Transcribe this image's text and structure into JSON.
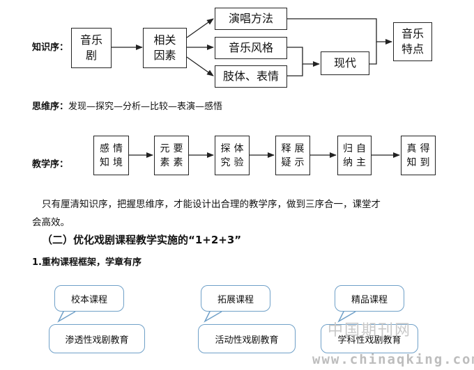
{
  "knowledge": {
    "label": "知识序：",
    "music_drama": [
      "音乐",
      "剧"
    ],
    "related_factors": [
      "相关",
      "因素"
    ],
    "singing": "演唱方法",
    "music_style": "音乐风格",
    "body_expression": "肢体、表情",
    "modern": "现代",
    "music_features": [
      "音乐",
      "特点"
    ]
  },
  "thinking": {
    "label": "思维序：",
    "text": "发现—探究—分析—比较—表演—感悟"
  },
  "teaching": {
    "label": "教学序：",
    "steps": [
      {
        "col1": "情境",
        "col2": "感知"
      },
      {
        "col1": "要素",
        "col2": "元素"
      },
      {
        "col1": "体验",
        "col2": "探究"
      },
      {
        "col1": "展示",
        "col2": "释疑"
      },
      {
        "col1": "自主",
        "col2": "归纳"
      },
      {
        "col1": "得到",
        "col2": "真知"
      }
    ]
  },
  "paragraph": {
    "line1": "只有厘清知识序，把握思维序，才能设计出合理的教学序，做到三序合一，课堂才",
    "line2": "会高效。"
  },
  "heading2": "（二）优化戏剧课程教学实施的“1+2+3”",
  "heading3": "1.重构课程框架，学章有序",
  "framework": [
    {
      "bubble": "校本课程",
      "box": "渗透性戏剧教育"
    },
    {
      "bubble": "拓展课程",
      "box": "活动性戏剧教育"
    },
    {
      "bubble": "精品课程",
      "box": "学科性戏剧教育"
    }
  ],
  "watermark": {
    "cn": "中国期刊网",
    "url": "www.chinaqking.com"
  }
}
